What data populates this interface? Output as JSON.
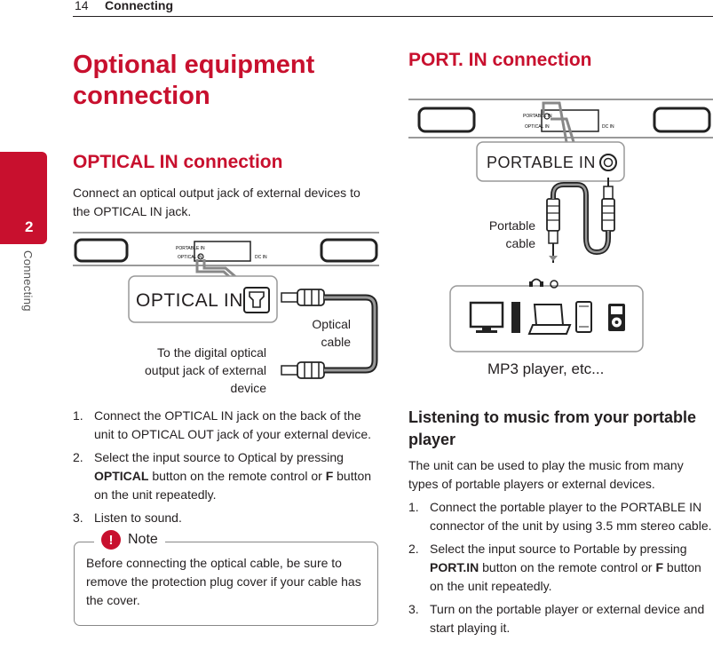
{
  "header": {
    "page_number": "14",
    "section": "Connecting"
  },
  "side_tab": {
    "number": "2",
    "label": "Connecting"
  },
  "title": "Optional equipment connection",
  "optical": {
    "heading": "OPTICAL IN connection",
    "intro": "Connect an optical output jack of external devices to the OPTICAL IN jack.",
    "diagram": {
      "port_label": "OPTICAL IN",
      "panel_labels": [
        "PORTABLE IN",
        "OPTICAL IN",
        "DC IN"
      ],
      "cable_caption": "Optical cable",
      "device_caption": "To the digital optical output jack of external device"
    },
    "steps": [
      {
        "num": "1.",
        "text": "Connect the OPTICAL IN jack on the back of the unit to OPTICAL OUT jack of your external device."
      },
      {
        "num": "2.",
        "pre": "Select the input source to Optical by pressing ",
        "key1": "OPTICAL",
        "mid": " button on the remote control or ",
        "key2": "F",
        "post": " button on the unit repeatedly."
      },
      {
        "num": "3.",
        "text": "Listen to sound."
      }
    ],
    "note": {
      "icon": "!",
      "label": "Note",
      "text": "Before connecting the optical cable, be sure to remove the protection plug cover if your cable has the cover."
    }
  },
  "port": {
    "heading": "PORT. IN connection",
    "diagram": {
      "port_label": "PORTABLE IN",
      "panel_labels": [
        "PORTABLE IN",
        "OPTICAL IN",
        "DC IN"
      ],
      "cable_caption": "Portable cable",
      "device_caption": "MP3 player, etc..."
    },
    "subheading": "Listening to music from your portable player",
    "intro": "The unit can be used to play the music from many types of portable players or external devices.",
    "steps": [
      {
        "num": "1.",
        "text": "Connect the portable player to the PORTABLE IN connector of the unit by using 3.5 mm stereo cable."
      },
      {
        "num": "2.",
        "pre": "Select the input source to Portable by pressing ",
        "key1": "PORT.IN",
        "mid": " button on the remote control or ",
        "key2": "F",
        "post": " button on the unit repeatedly."
      },
      {
        "num": "3.",
        "text": "Turn on the portable player or external device and start playing it."
      }
    ]
  }
}
